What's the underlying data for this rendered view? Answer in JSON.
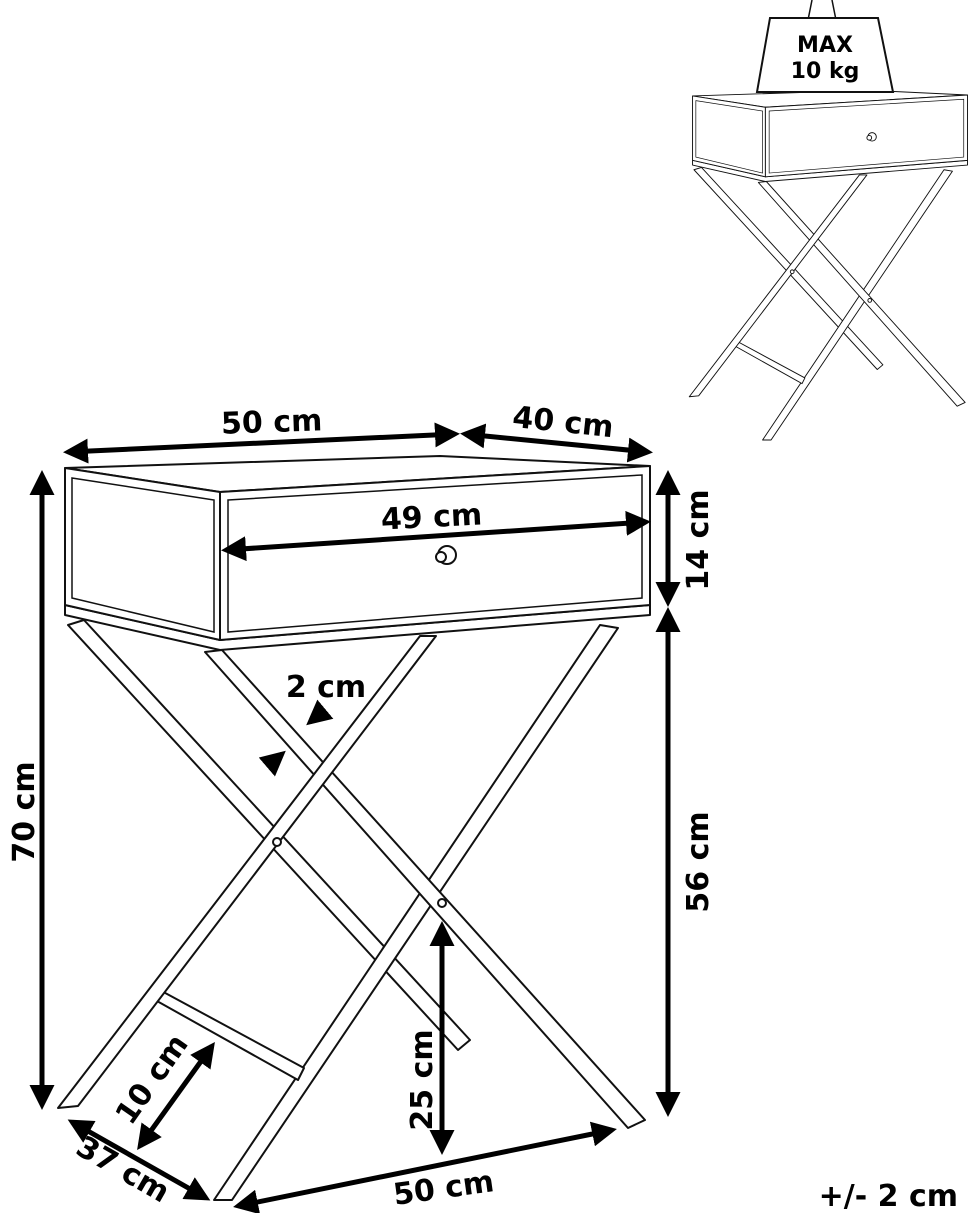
{
  "title": "Bedside table dimension drawing",
  "dimensions": {
    "width_top": "50 cm",
    "depth_top": "40 cm",
    "drawer_width": "49 cm",
    "drawer_height": "14 cm",
    "total_height": "70 cm",
    "leg_height": "56 cm",
    "leg_thickness": "2 cm",
    "crossbar_height": "10 cm",
    "crossbar_floor": "25 cm",
    "base_depth": "37 cm",
    "base_width": "50 cm"
  },
  "load": {
    "line1": "MAX",
    "line2": "10 kg"
  },
  "tolerance": "+/- 2 cm"
}
